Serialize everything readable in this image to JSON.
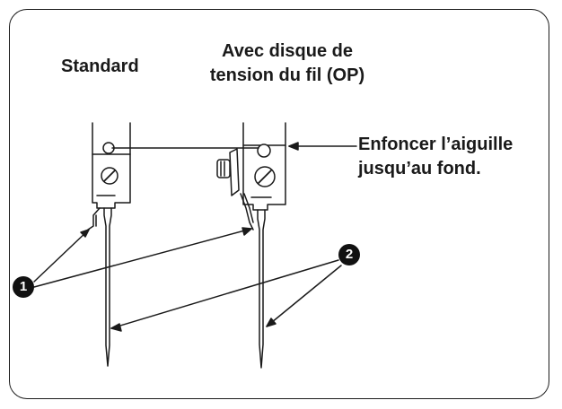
{
  "labels": {
    "standard": "Standard",
    "op_line1": "Avec disque de",
    "op_line2": "tension du fil (OP)",
    "push_line1": "Enfoncer l’aiguille",
    "push_line2": "jusqu’au fond."
  },
  "markers": {
    "one": "1",
    "two": "2"
  },
  "colors": {
    "line": "#1a1a1a",
    "frame": "#1c1c1c",
    "background": "#ffffff"
  }
}
